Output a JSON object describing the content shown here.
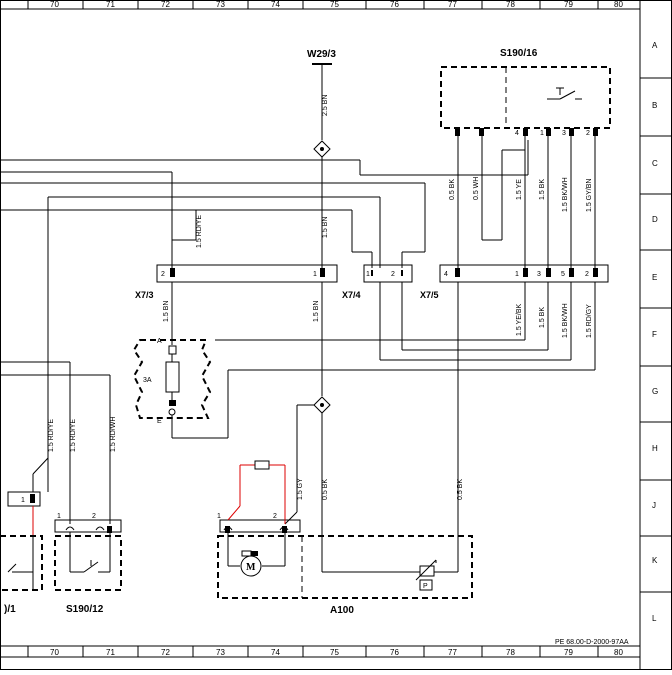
{
  "grid": {
    "columns": [
      "70",
      "71",
      "72",
      "73",
      "74",
      "75",
      "76",
      "77",
      "78",
      "79",
      "80"
    ],
    "rows": [
      "A",
      "B",
      "C",
      "D",
      "E",
      "F",
      "G",
      "H",
      "J",
      "K",
      "L"
    ]
  },
  "components": {
    "w29": "W29/3",
    "s190_16": "S190/16",
    "x7_3": "X7/3",
    "x7_4": "X7/4",
    "x7_5": "X7/5",
    "a100": "A100",
    "s190_12": "S190/12",
    "left_partial": ")/1",
    "fuse_a": "A",
    "fuse_e": "E",
    "fuse_rating": "3A",
    "pressure_symbol": "P",
    "motor_symbol": "M"
  },
  "wires": {
    "w1": "2.5 BN",
    "w2": "1.5 BN",
    "w3": "1.5 RD/YE",
    "w4": "0.5 BK",
    "w5": "0.5 WH",
    "w6": "1.5 YE",
    "w7": "1.5 BK",
    "w8": "1.5 BK/WH",
    "w9": "1.5 GY/BN",
    "w10": "1.5 BN",
    "w11": "1.5 BN",
    "w12": "1.5 YE/BK",
    "w13": "1.5 BK",
    "w14": "1.5 BK/WH",
    "w15": "1.5 RD/GY",
    "w16": "1.5 RD/YE",
    "w17": "1.5 RD/YE",
    "w18": "1.5 RD/WH",
    "w19": "1.5 GY",
    "w20": "0.5 BK",
    "w21": "0.5 BK"
  },
  "pins": {
    "x73_left": "2",
    "x73_right": "1",
    "x74_a": "1",
    "x74_b": "2",
    "x75_a": "4",
    "x75_b": "1",
    "x75_c": "3",
    "x75_d": "5",
    "x75_e": "2",
    "s16_a": "4",
    "s16_b": "1",
    "s16_c": "3",
    "s16_d": "2",
    "left_conn": "1",
    "s12_a": "1",
    "s12_b": "2",
    "a100_a": "1",
    "a100_b": "2"
  },
  "footer": "PE 68.00-D-2000-97AA"
}
